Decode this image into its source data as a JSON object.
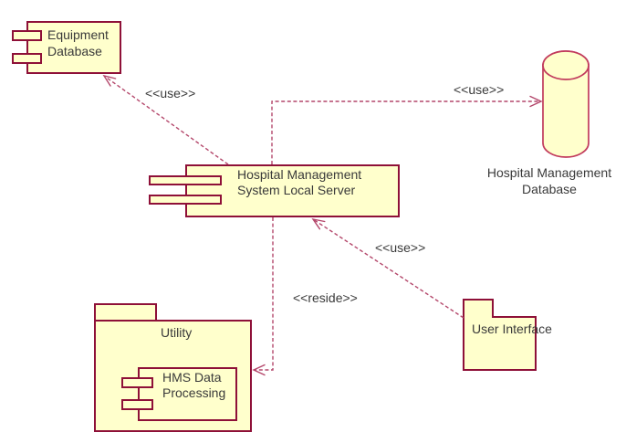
{
  "colors": {
    "background": "#FFFFFF",
    "shape_fill": "#FFFFCC",
    "shape_border": "#8E1038",
    "cylinder_border": "#C13A5C",
    "connector": "#B4476B",
    "text": "#3A3A3A"
  },
  "nodes": {
    "equipment_database": {
      "type": "component",
      "label": "Equipment\nDatabase"
    },
    "hms_local_server": {
      "type": "component",
      "label": "Hospital Management\nSystem Local Server"
    },
    "hms_database": {
      "type": "database-cylinder",
      "label": "Hospital Management\nDatabase"
    },
    "utility": {
      "type": "package",
      "label": "Utility"
    },
    "hms_data_processing": {
      "type": "component",
      "label": "HMS Data\nProcessing"
    },
    "user_interface": {
      "type": "package",
      "label": "User Interface"
    }
  },
  "connectors": {
    "server_to_equipment": {
      "label": "<<use>>",
      "from": "hms_local_server",
      "to": "equipment_database"
    },
    "server_to_database": {
      "label": "<<use>>",
      "from": "hms_local_server",
      "to": "hms_database"
    },
    "ui_to_server": {
      "label": "<<use>>",
      "from": "user_interface",
      "to": "hms_local_server"
    },
    "server_to_processing": {
      "label": "<<reside>>",
      "from": "hms_local_server",
      "to": "hms_data_processing"
    }
  }
}
